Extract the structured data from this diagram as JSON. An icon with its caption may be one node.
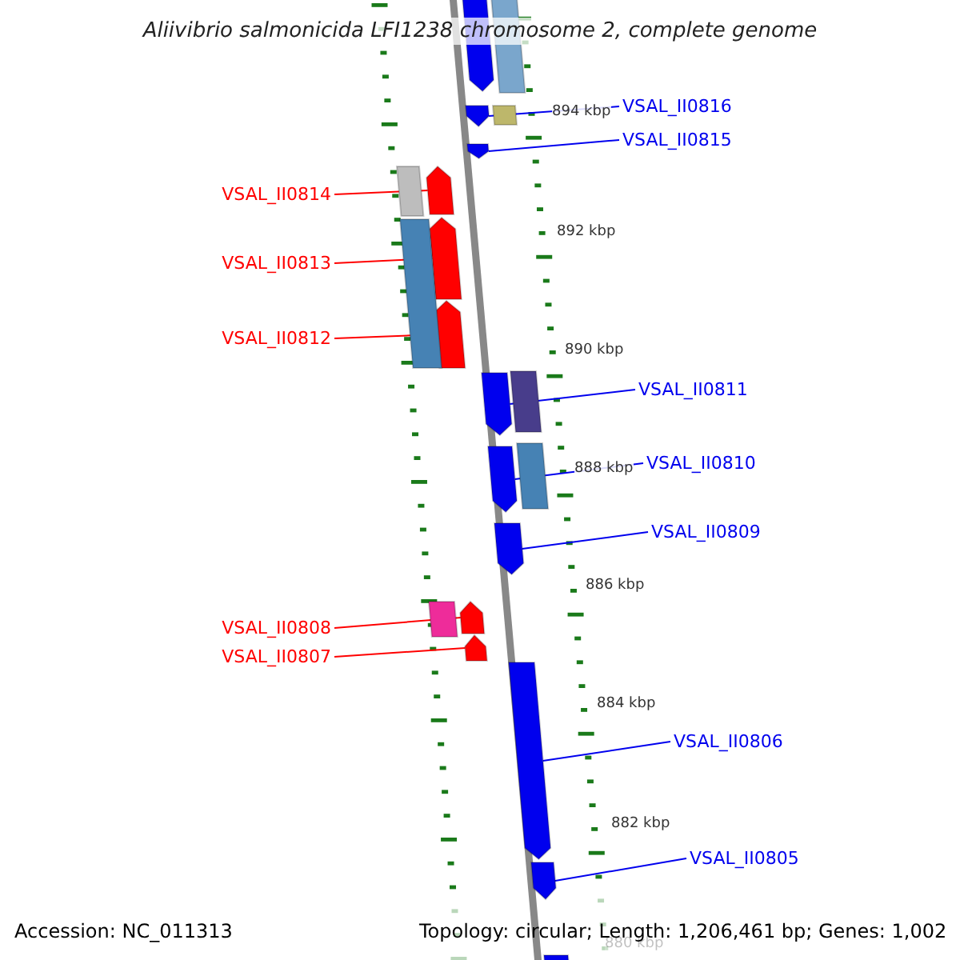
{
  "diagram": {
    "title": "Aliivibrio salmonicida LFI1238 chromosome 2, complete genome",
    "nodes": [
      {
        "text": [
          "VSAL_II0816"
        ]
      },
      {
        "text": [
          "VSAL_II0815"
        ]
      },
      {
        "text": [
          "VSAL_II0814"
        ]
      },
      {
        "text": [
          "VSAL_II0813"
        ]
      },
      {
        "text": [
          "VSAL_II0812"
        ]
      },
      {
        "text": [
          "VSAL_II0811"
        ]
      },
      {
        "text": [
          "VSAL_II0810"
        ]
      },
      {
        "text": [
          "VSAL_II0809"
        ]
      },
      {
        "text": [
          "VSAL_II0808"
        ]
      },
      {
        "text": [
          "VSAL_II0807"
        ]
      },
      {
        "text": [
          "VSAL_II0806"
        ]
      },
      {
        "text": [
          "VSAL_II0805"
        ]
      },
      {
        "text": [],
        "shape": "arrow"
      },
      {
        "text": [],
        "shape": "arrow"
      },
      {
        "text": [],
        "shape": "arrow"
      },
      {
        "text": [],
        "shape": "arrow"
      },
      {
        "text": [],
        "shape": "arrow"
      },
      {
        "text": [],
        "shape": "arrow"
      },
      {
        "text": [],
        "shape": "arrow"
      },
      {
        "text": [],
        "shape": "arrow"
      },
      {
        "text": [],
        "shape": "arrow"
      },
      {
        "text": [],
        "shape": "arrow"
      },
      {
        "text": [],
        "shape": "arrow"
      },
      {
        "text": [],
        "shape": "arrow"
      },
      {
        "text": [],
        "shape": "arrow"
      },
      {
        "text": [],
        "shape": "box"
      },
      {
        "text": [],
        "shape": "arrow"
      },
      {
        "text": [],
        "shape": "box"
      },
      {
        "text": [],
        "shape": "box"
      },
      {
        "text": [],
        "shape": "box"
      },
      {
        "text": [],
        "shape": "box"
      },
      {
        "text": [],
        "shape": "box"
      },
      {
        "text": [],
        "shape": "box"
      }
    ],
    "edges": [
      {
        "from": 0,
        "to": 12,
        "arrow": "none"
      },
      {
        "from": 1,
        "to": 13,
        "arrow": "none"
      },
      {
        "from": 2,
        "to": 14,
        "arrow": "none",
        "color": "#ff0000"
      },
      {
        "from": 3,
        "to": 15,
        "arrow": "none",
        "color": "#ff0000"
      },
      {
        "from": 4,
        "to": 16,
        "arrow": "none",
        "color": "#ff0000"
      },
      {
        "from": 5,
        "to": 17,
        "arrow": "none"
      },
      {
        "from": 6,
        "to": 18,
        "arrow": "none"
      },
      {
        "from": 7,
        "to": 19,
        "arrow": "none"
      },
      {
        "from": 8,
        "to": 20,
        "arrow": "none",
        "color": "#ff0000"
      },
      {
        "from": 9,
        "to": 21,
        "arrow": "none",
        "color": "#ff0000"
      },
      {
        "from": 10,
        "to": 22,
        "arrow": "none"
      },
      {
        "from": 11,
        "to": 23,
        "arrow": "none"
      }
    ],
    "labels": [
      "894 kbp",
      "892 kbp",
      "890 kbp",
      "888 kbp",
      "886 kbp",
      "884 kbp",
      "882 kbp",
      "880 kbp",
      "Accession: NC_011313",
      "Topology: circular; Length: 1,206,461 bp; Genes: 1,002"
    ]
  }
}
